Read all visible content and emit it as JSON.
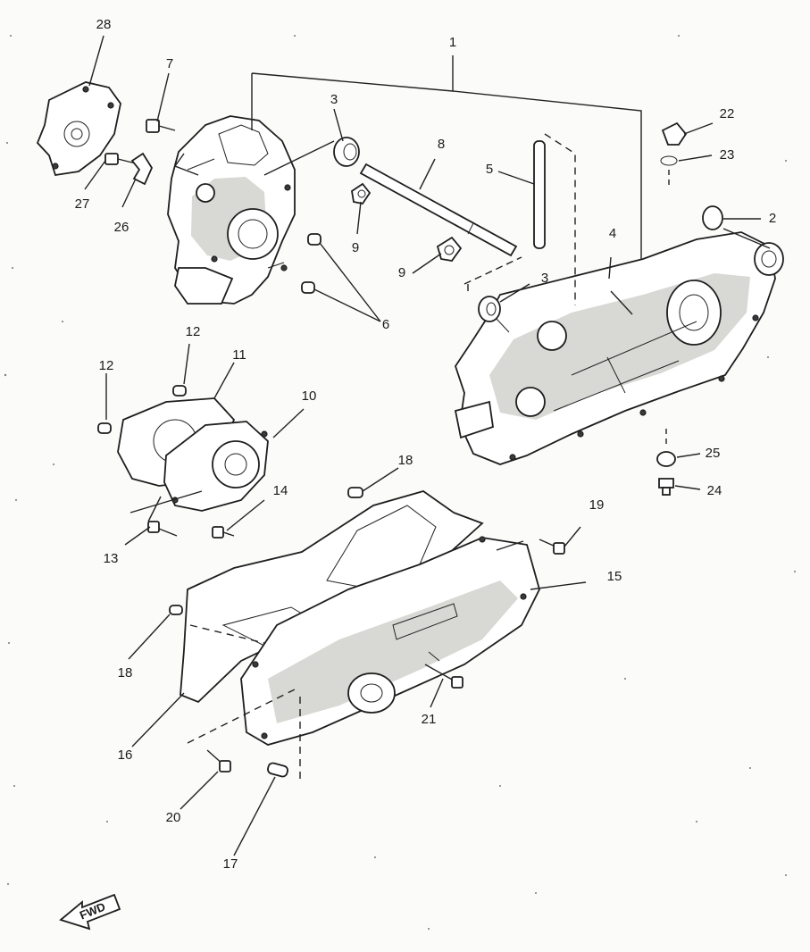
{
  "callouts": [
    "1",
    "2",
    "3",
    "3",
    "4",
    "5",
    "6",
    "7",
    "8",
    "9",
    "9",
    "10",
    "11",
    "12",
    "12",
    "13",
    "14",
    "15",
    "16",
    "17",
    "18",
    "18",
    "19",
    "20",
    "21",
    "22",
    "23",
    "24",
    "25",
    "26",
    "27",
    "28"
  ],
  "fwd_label": "FWD",
  "colors": {
    "line": "#222222",
    "paper": "#fbfbf9",
    "shade": "#d8d8d4"
  }
}
